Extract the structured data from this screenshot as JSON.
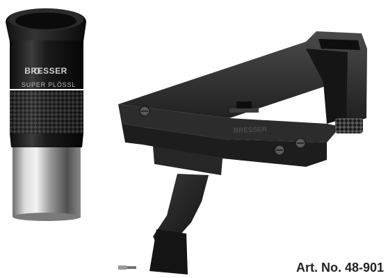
{
  "product_photo": {
    "eyepiece_brand": "BRESSER",
    "eyepiece_model": "SUPER PLÖSSL",
    "finder_marking": "BRESSER"
  },
  "caption": {
    "article_number": "Art. No. 48-901"
  },
  "colors": {
    "background": "#ffffff",
    "eyepiece_body": "#1c1c1c",
    "chrome_barrel": "#b9b9b9",
    "finder_plastic": "#2a2a2a",
    "caption_text": "#222222"
  },
  "icons": [
    "eyepiece",
    "red-dot-finder",
    "thumb-screw"
  ]
}
